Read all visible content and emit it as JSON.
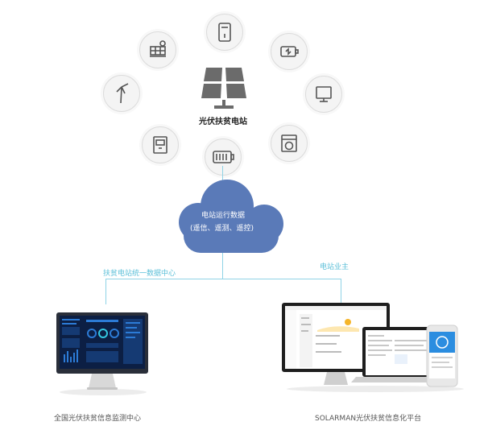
{
  "center": {
    "label": "光伏扶贫电站"
  },
  "cloud": {
    "line1": "电站运行数据",
    "line2": "(遥信、遥测、遥控)"
  },
  "branches": {
    "left_label": "扶贫电站统一数据中心",
    "right_label": "电站业主"
  },
  "captions": {
    "left": "全国光伏扶贫信息监测中心",
    "right": "SOLARMAN光伏扶贫信息化平台"
  },
  "icons": [
    "solar-panel-icon",
    "inverter-icon",
    "battery-icon",
    "wind-turbine-icon",
    "monitor-icon",
    "meter-icon",
    "washing-machine-icon",
    "battery-pack-icon"
  ],
  "colors": {
    "cloud": "#5a7ab8",
    "connector": "#8fd3e6",
    "label": "#5bbfd8",
    "icon": "#555555"
  }
}
